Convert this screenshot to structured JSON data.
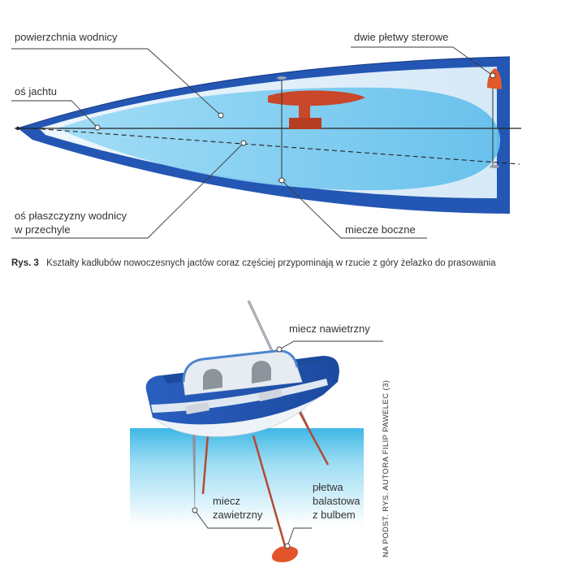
{
  "figure1": {
    "labels": {
      "waterplane": "powierzchnia wodnicy",
      "yacht_axis": "oś jachtu",
      "rudders": "dwie płetwy sterowe",
      "heel_axis_line1": "oś płaszczyzny wodnicy",
      "heel_axis_line2": "w przechyle",
      "side_boards": "miecze boczne"
    },
    "caption": {
      "number": "Rys. 3",
      "text": "Kształty kadłubów nowoczesnych jactów coraz częściej przypominają w rzucie z góry żelazko do prasowania"
    }
  },
  "figure2": {
    "labels": {
      "windward_board": "miecz nawietrzny",
      "leeward_board_line1": "miecz",
      "leeward_board_line2": "zawietrzny",
      "ballast_line1": "płetwa",
      "ballast_line2": "balastowa",
      "ballast_line3": "z bulbem"
    },
    "credit": "NA PODST. RYS. AUTORA FILIP PAWELEC (3)"
  },
  "colors": {
    "hull_blue": "#2457b4",
    "deck_light": "#dfeefa",
    "water_blue": "#6cc4ee",
    "fin_red": "#c9472a",
    "rudder_orange": "#e2592b",
    "sea_gradient_top": "#3fb7e6",
    "sea_gradient_bottom": "#ffffff"
  }
}
